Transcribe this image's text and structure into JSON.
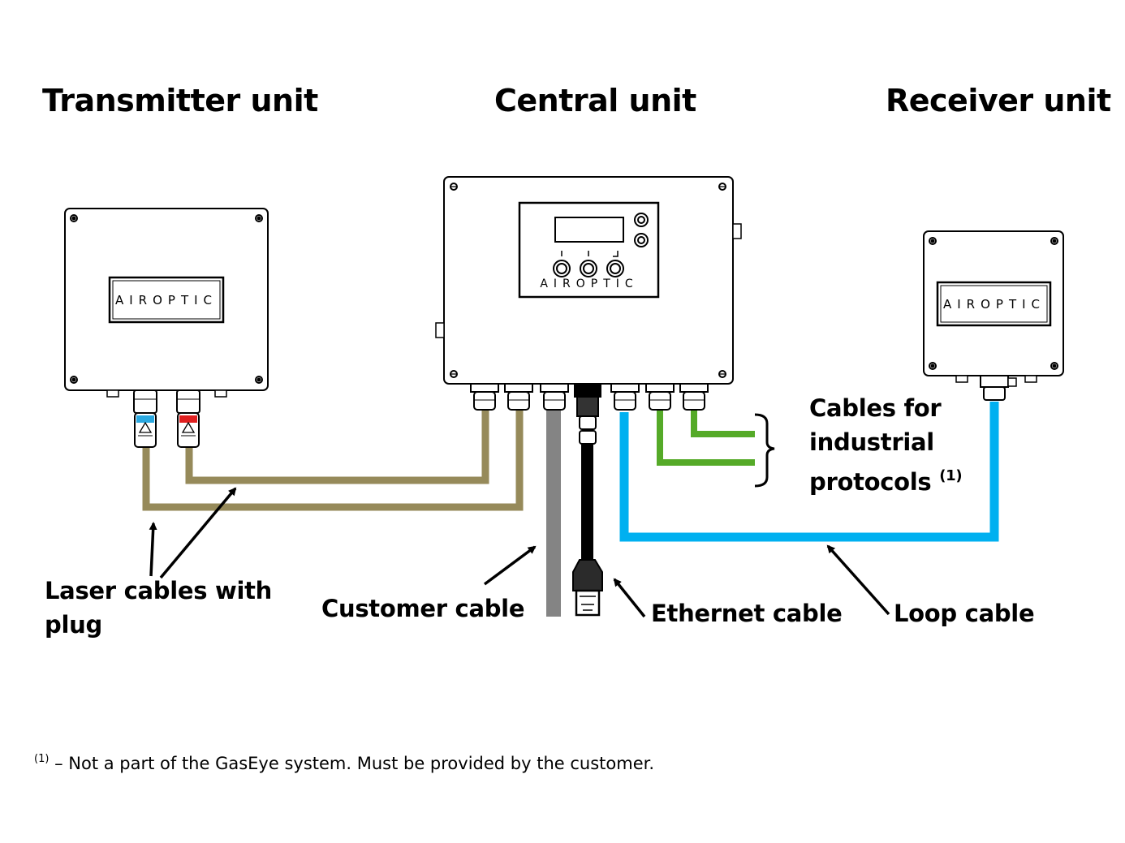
{
  "headings": {
    "transmitter": "Transmitter unit",
    "central": "Central unit",
    "receiver": "Receiver unit"
  },
  "labels": {
    "industrial_line1": "Cables for",
    "industrial_line2": "industrial",
    "industrial_line3": "protocols",
    "industrial_note": "(1)",
    "laser_line1": "Laser cables with",
    "laser_line2": "plug",
    "customer": "Customer cable",
    "ethernet": "Ethernet cable",
    "loop": "Loop cable"
  },
  "brand": "AIROPTIC",
  "footnote": {
    "marker": "(1)",
    "text": " – Not a part of the GasEye system. Must be provided by the customer."
  },
  "colors": {
    "laser_cable": "#968a5a",
    "customer_cable": "#848484",
    "ethernet_cable": "#000000",
    "loop_cable": "#00b0f0",
    "industrial_cable": "#55aa28",
    "laser_tag_blue": "#2aa8e0",
    "laser_tag_red": "#e02020"
  }
}
